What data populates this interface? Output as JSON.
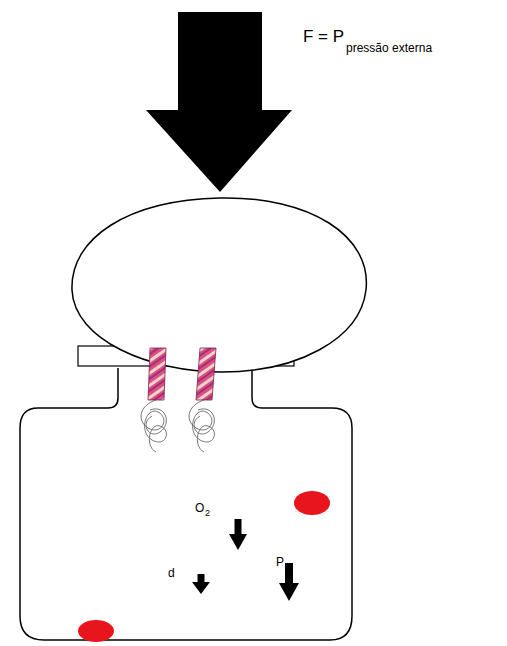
{
  "diagram": {
    "labels": [
      "F = P",
      "pressão externa",
      "O",
      "2",
      "d",
      "P"
    ]
  }
}
